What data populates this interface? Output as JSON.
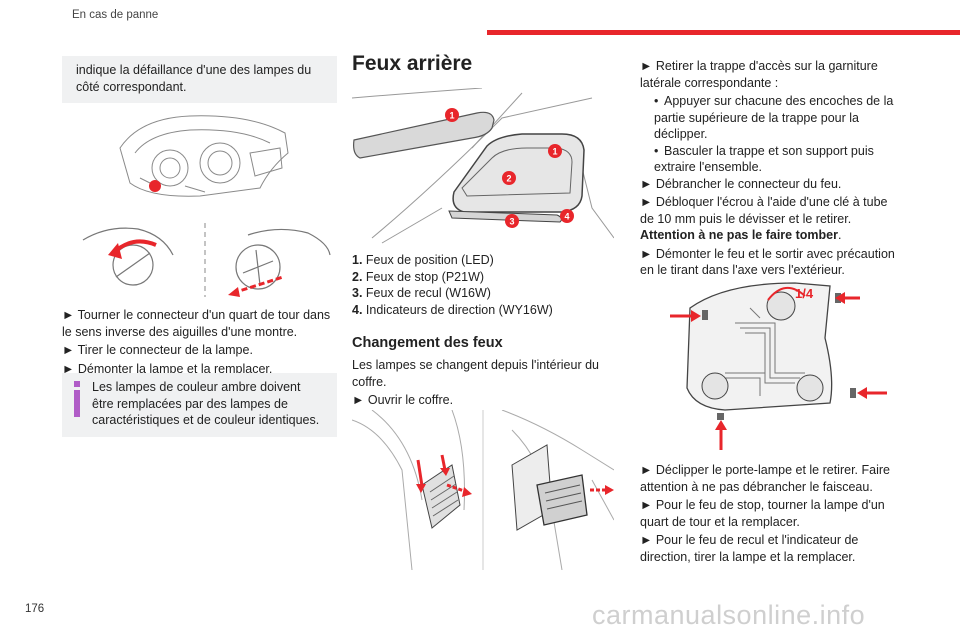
{
  "header": {
    "section": "En cas de panne"
  },
  "footer": {
    "page_number": "176",
    "watermark": "carmanualsonline.info"
  },
  "left": {
    "top_box": "indique la défaillance d'une des lampes du côté correspondant.",
    "steps": [
      "► Tourner le connecteur d'un quart de tour dans le sens inverse des aiguilles d'une montre.",
      "► Tirer le connecteur de la lampe.",
      "► Démonter la lampe et la remplacer."
    ],
    "info_box": "Les lampes de couleur ambre doivent être remplacées par des lampes de caractéristiques et de couleur identiques."
  },
  "middle": {
    "title": "Feux arrière",
    "callouts": [
      "1",
      "1",
      "2",
      "3",
      "4"
    ],
    "legend": [
      {
        "num": "1.",
        "text": "Feux de position (LED)"
      },
      {
        "num": "2.",
        "text": "Feux de stop (P21W)"
      },
      {
        "num": "3.",
        "text": "Feux de recul (W16W)"
      },
      {
        "num": "4.",
        "text": "Indicateurs de direction (WY16W)"
      }
    ],
    "subtitle": "Changement des feux",
    "para": "Les lampes se changent depuis l'intérieur du coffre.",
    "step": "► Ouvrir le coffre."
  },
  "right": {
    "step1": "► Retirer la trappe d'accès sur la garniture latérale correspondante :",
    "sub1": "Appuyer sur chacune des encoches de la partie supérieure de la trappe pour la déclipper.",
    "sub2": "Basculer la trappe et son support puis extraire l'ensemble.",
    "bullet": "•",
    "step2": "► Débrancher le connecteur du feu.",
    "step3_pre": "► Débloquer l'écrou à l'aide d'une clé à tube de 10 mm puis le dévisser et le retirer. ",
    "step3_bold": "Attention à ne pas le faire tomber",
    "step3_post": ".",
    "step4": "► Démonter le feu et le sortir avec précaution en le tirant dans l'axe vers l'extérieur.",
    "fig_label": "1/4",
    "step5": "► Déclipper le porte-lampe et le retirer. Faire attention à ne pas débrancher le faisceau.",
    "step6": "► Pour le feu de stop, tourner la lampe d'un quart de tour et la remplacer.",
    "step7": "► Pour le feu de recul et l'indicateur de direction, tirer la lampe et la remplacer."
  },
  "colors": {
    "accent": "#e8262b",
    "box_bg": "#f0f1f2",
    "info_icon": "#b05cc7"
  }
}
